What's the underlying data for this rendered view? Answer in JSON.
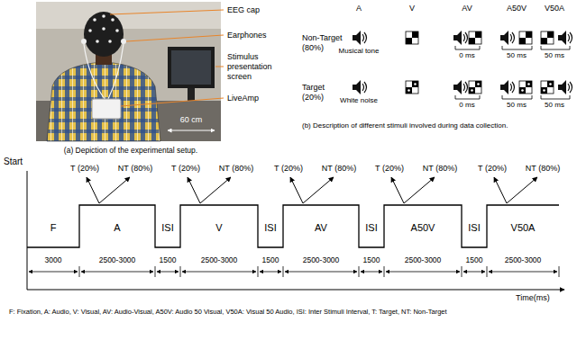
{
  "diagram": {
    "labels": [
      "EEG cap",
      "Earphones",
      "Stimulus presentation screen",
      "LiveAmp",
      "60 cm",
      "(a) Depiction of the experimental setup.",
      "A",
      "V",
      "AV",
      "A50V",
      "V50A",
      "Non-Target (80%)",
      "Musical tone",
      "0 ms",
      "50 ms",
      "50 ms",
      "Target (20%)",
      "White noise",
      "0 ms",
      "50 ms",
      "50 ms",
      "(b) Description of different stimuli involved during data collection.",
      "Start",
      "T (20%)",
      "NT (80%)",
      "T (20%)",
      "NT (80%)",
      "T (20%)",
      "NT (80%)",
      "T (20%)",
      "NT (80%)",
      "T (20%)",
      "NT (80%)",
      "F",
      "A",
      "ISI",
      "V",
      "ISI",
      "AV",
      "ISI",
      "A50V",
      "ISI",
      "V50A",
      "3000",
      "2500-3000",
      "1500",
      "2500-3000",
      "1500",
      "2500-3000",
      "1500",
      "2500-3000",
      "1500",
      "2500-3000",
      "Time(ms)",
      "F: Fixation, A: Audio, V: Visual, AV: Audio-Visual, A50V: Audio 50 Visual, V50A: Visual 50 Audio, ISI: Inter Stimuli Interval, T: Target, NT: Non-Target"
    ]
  }
}
